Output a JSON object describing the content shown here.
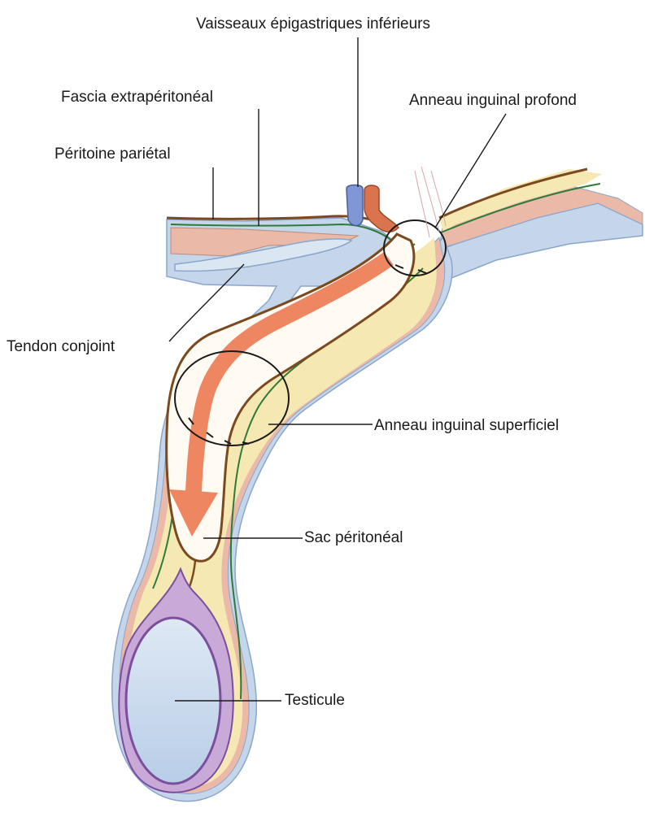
{
  "labels": {
    "vessels": "Vaisseaux épigastriques inférieurs",
    "extraperitoneal_fascia": "Fascia extrapéritonéal",
    "deep_ring": "Anneau inguinal profond",
    "parietal_peritoneum": "Péritoine pariétal",
    "conjoint_tendon": "Tendon conjoint",
    "superficial_ring": "Anneau inguinal superficiel",
    "peritoneal_sac": "Sac péritonéal",
    "testis": "Testicule"
  },
  "colors": {
    "skin_pink": "#eab9a8",
    "fat_yellow": "#f6e8b2",
    "fascia_blue": "#c5d5ea",
    "muscle_green": "#2f7a3a",
    "peritoneum_brown": "#7a4a1e",
    "outline_blue": "#8aa6cc",
    "testis_purple": "#c9a9d8",
    "testis_outline": "#7b4f9e",
    "testis_fill": "#c8d9ee",
    "arrow_orange": "#ee8662",
    "vein_blue": "#7f97d4",
    "artery_red": "#d9744f",
    "ring_line": "#1a1a1a"
  }
}
